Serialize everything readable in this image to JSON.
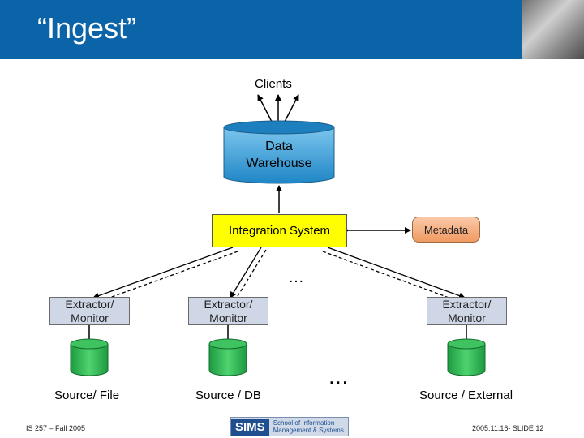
{
  "slide": {
    "title": "“Ingest”",
    "footer_left": "IS 257 – Fall 2005",
    "footer_right": "2005.11.16- SLIDE 12"
  },
  "logo": {
    "sims": "SIMS",
    "line1": "School of Information",
    "line2": "Management & Systems"
  },
  "diagram": {
    "clients": "Clients",
    "warehouse_line1": "Data",
    "warehouse_line2": "Warehouse",
    "integration": "Integration System",
    "metadata": "Metadata",
    "ellipsis_top": "…",
    "ellipsis_bottom": "…",
    "extractors": [
      {
        "line1": "Extractor/",
        "line2": "Monitor"
      },
      {
        "line1": "Extractor/",
        "line2": "Monitor"
      },
      {
        "line1": "Extractor/",
        "line2": "Monitor"
      }
    ],
    "sources": [
      "Source/ File",
      "Source / DB",
      "Source / External"
    ]
  },
  "colors": {
    "header": "#0b63a8",
    "warehouse": "#3aa0d8",
    "integration": "#ffff00",
    "source_db": "#22b24c",
    "extractor": "#cfd7e6",
    "metadata": "#f4a772"
  }
}
